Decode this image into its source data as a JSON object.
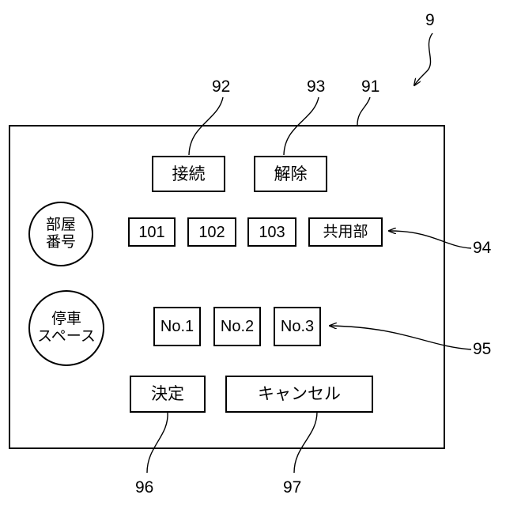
{
  "figure": {
    "reference_numerals": {
      "device": "9",
      "screen": "91",
      "connect_button": "92",
      "release_button": "93",
      "room_buttons": "94",
      "parking_buttons": "95",
      "decide_button": "96",
      "cancel_button": "97"
    },
    "buttons": {
      "connect": "接続",
      "release": "解除",
      "decide": "決定",
      "cancel": "キャンセル"
    },
    "room_number": {
      "label_line1": "部屋",
      "label_line2": "番号",
      "options": [
        "101",
        "102",
        "103",
        "共用部"
      ]
    },
    "parking_space": {
      "label_line1": "停車",
      "label_line2": "スペース",
      "options": [
        "No.1",
        "No.2",
        "No.3"
      ]
    }
  }
}
